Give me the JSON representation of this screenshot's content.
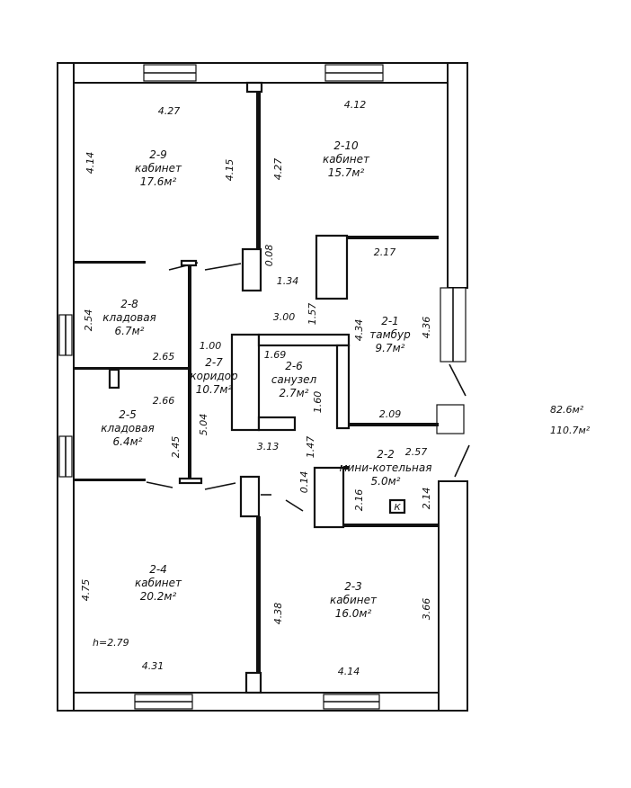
{
  "rooms": [
    {
      "id": "2-9",
      "name": "кабинет",
      "area": "17.6м²"
    },
    {
      "id": "2-10",
      "name": "кабинет",
      "area": "15.7м²"
    },
    {
      "id": "2-8",
      "name": "кладовая",
      "area": "6.7м²"
    },
    {
      "id": "2-1",
      "name": "тамбур",
      "area": "9.7м²"
    },
    {
      "id": "2-7",
      "name": "коридор",
      "area": "10.7м²"
    },
    {
      "id": "2-6",
      "name": "санузел",
      "area": "2.7м²"
    },
    {
      "id": "2-5",
      "name": "кладовая",
      "area": "6.4м²"
    },
    {
      "id": "2-2",
      "name": "мини-котельная",
      "area": "5.0м²"
    },
    {
      "id": "2-4",
      "name": "кабинет",
      "area": "20.2м²"
    },
    {
      "id": "2-3",
      "name": "кабинет",
      "area": "16.0м²"
    }
  ],
  "dimensions": {
    "d_427_top": "4.27",
    "d_412_top": "4.12",
    "d_414_left": "4.14",
    "d_415": "4.15",
    "d_427_v": "4.27",
    "d_008": "0.08",
    "d_134": "1.34",
    "d_217": "2.17",
    "d_254": "2.54",
    "d_300": "3.00",
    "d_157": "1.57",
    "d_434": "4.34",
    "d_436": "4.36",
    "d_265": "2.65",
    "d_100": "1.00",
    "d_169": "1.69",
    "d_266": "2.66",
    "d_160": "1.60",
    "d_209": "2.09",
    "d_504": "5.04",
    "d_245": "2.45",
    "d_313": "3.13",
    "d_147": "1.47",
    "d_257": "2.57",
    "d_014": "0.14",
    "d_216": "2.16",
    "d_214": "2.14",
    "d_475": "4.75",
    "d_438": "4.38",
    "d_366": "3.66",
    "d_431": "4.31",
    "d_414_bot": "4.14"
  },
  "height_note": "h=2.79",
  "boiler_mark": "К",
  "totals": {
    "living": "82.6м²",
    "total": "110.7м²"
  }
}
